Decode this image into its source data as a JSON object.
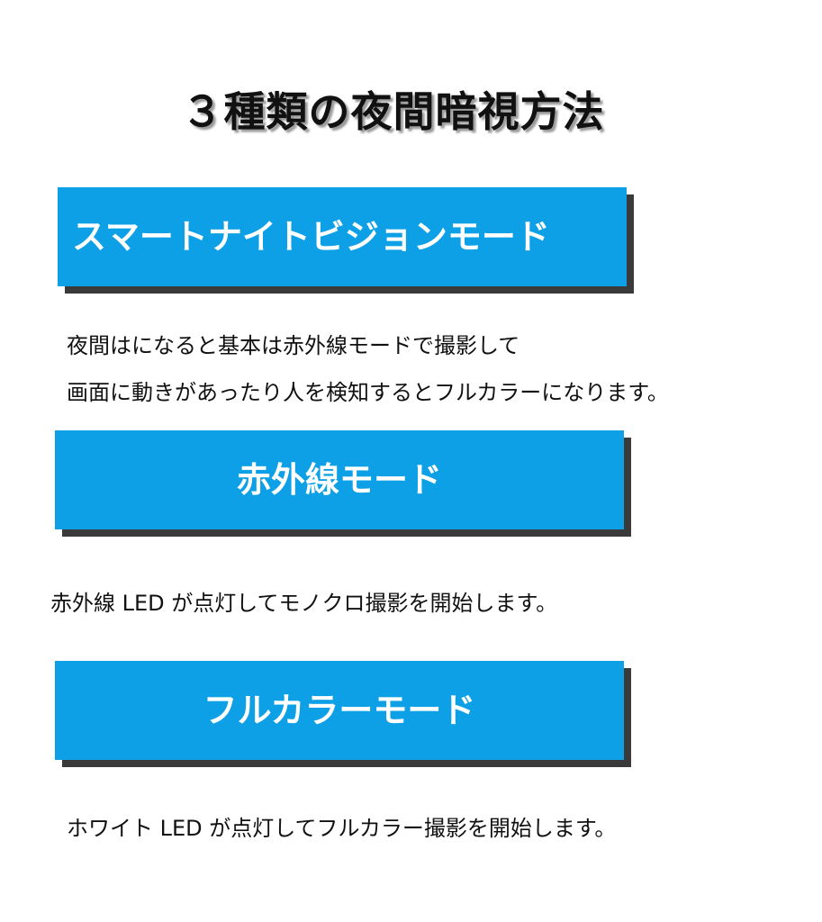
{
  "title": "３種類の夜間暗視方法",
  "sections": [
    {
      "heading": "スマートナイトビジョンモード",
      "lines": [
        "夜間はになると基本は赤外線モードで撮影して",
        "画面に動きがあったり人を検知するとフルカラーになります。"
      ]
    },
    {
      "heading": "赤外線モード",
      "lines": [
        "赤外線 LED が点灯してモノクロ撮影を開始します。"
      ]
    },
    {
      "heading": "フルカラーモード",
      "lines": [
        "ホワイト LED が点灯してフルカラー撮影を開始します。"
      ]
    }
  ],
  "colors": {
    "banner": "#0ea0e6",
    "banner_shadow": "#3a3a3a",
    "banner_text": "#ffffff",
    "body_text": "#111111"
  }
}
